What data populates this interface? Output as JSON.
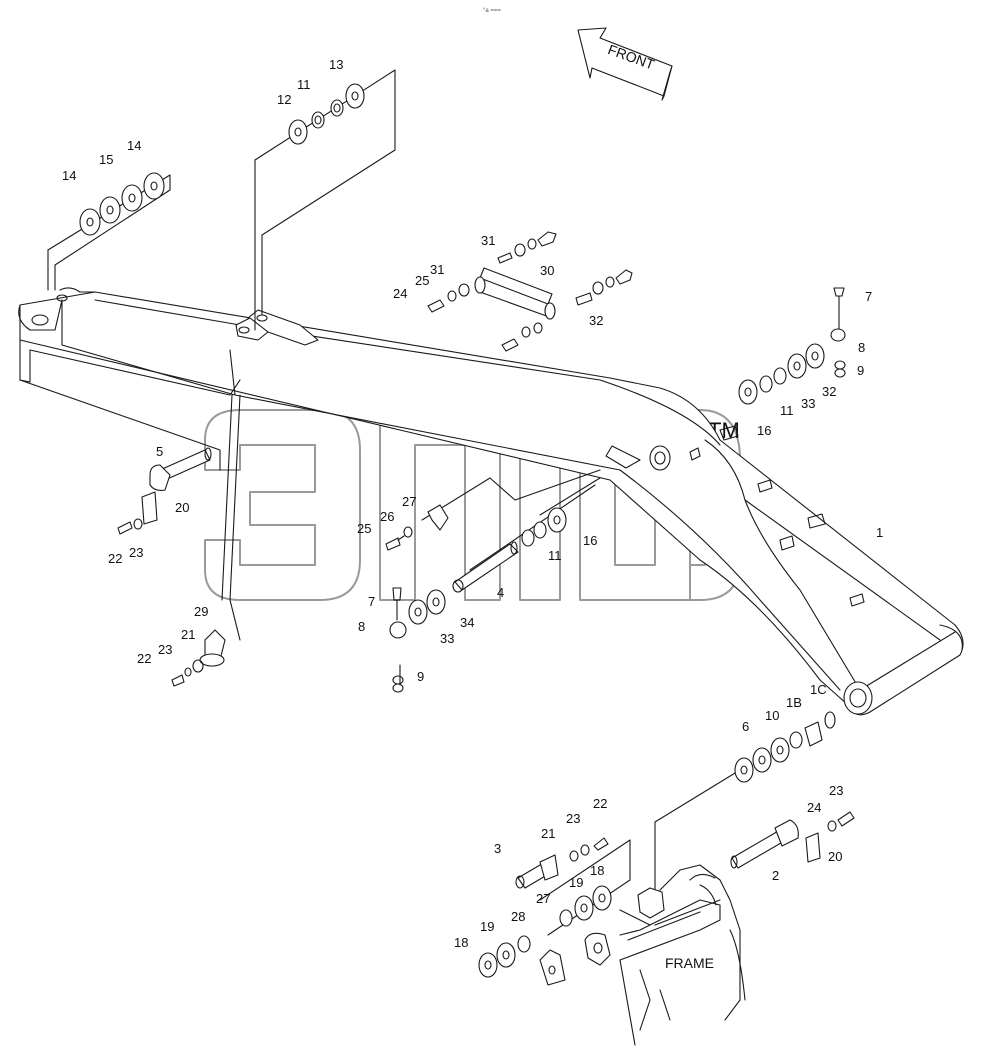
{
  "diagram": {
    "front_label": "FRONT",
    "frame_label": "FRAME",
    "watermark": "ЭПТ",
    "trademark": "TM",
    "top_mark": "°a ===",
    "part_labels": [
      "1",
      "1B",
      "1C",
      "2",
      "3",
      "4",
      "5",
      "6",
      "7",
      "7",
      "8",
      "8",
      "9",
      "9",
      "10",
      "11",
      "11",
      "11",
      "12",
      "13",
      "14",
      "14",
      "15",
      "16",
      "16",
      "18",
      "18",
      "19",
      "19",
      "20",
      "20",
      "21",
      "21",
      "22",
      "22",
      "22",
      "23",
      "23",
      "23",
      "23",
      "24",
      "24",
      "25",
      "25",
      "26",
      "27",
      "27",
      "28",
      "29",
      "30",
      "31",
      "31",
      "32",
      "32",
      "33",
      "33",
      "34"
    ],
    "colors": {
      "line": "#1a1a1a",
      "watermark": "#9a9a9a",
      "background": "#ffffff"
    }
  }
}
